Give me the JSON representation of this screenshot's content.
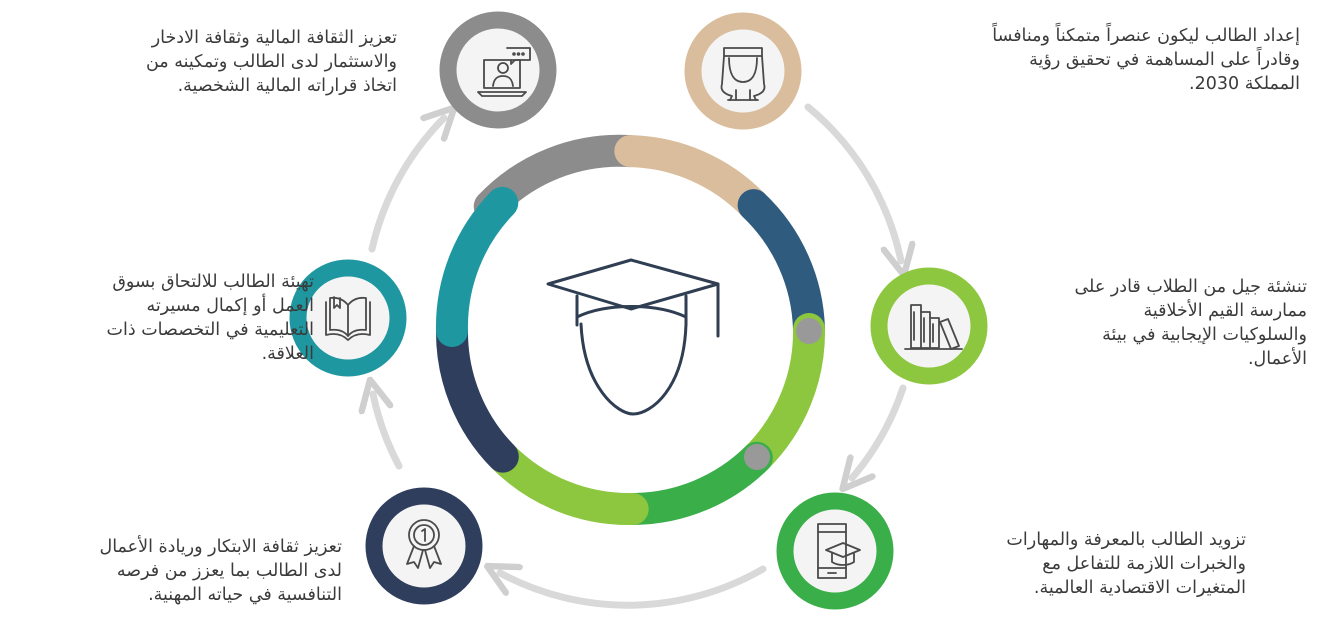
{
  "colors": {
    "sand": "#d9bd9c",
    "gray": "#8c8c8c",
    "navy": "#2f5c7e",
    "lime": "#8dc63f",
    "green": "#3aae49",
    "teal": "#1f97a0",
    "dark": "#2e3e5c",
    "connector": "#d4d4d4",
    "icon": "#4a4a4a"
  },
  "center_icon": "graduation-cap-head-icon",
  "goals": [
    {
      "key": "vision",
      "icon": "student-with-shemagh-icon",
      "ring_color": "#d9bd9c",
      "lines": [
        "إعداد الطالب ليكون عنصراً متمكناً ومنافساً",
        "وقادراً على المساهمة في تحقيق رؤية",
        "المملكة 2030."
      ]
    },
    {
      "key": "finance",
      "icon": "online-presenter-icon",
      "ring_color": "#8c8c8c",
      "lines": [
        "تعزيز الثقافة المالية وثقافة الادخار",
        "والاستثمار لدى الطالب وتمكينه من",
        "اتخاذ قراراته المالية الشخصية."
      ]
    },
    {
      "key": "values",
      "icon": "bookshelf-icon",
      "ring_color": "#8dc63f",
      "lines": [
        "تنشئة جيل من الطلاب قادر على",
        "ممارسة القيم الأخلاقية",
        "والسلوكيات الإيجابية في بيئة",
        "الأعمال."
      ]
    },
    {
      "key": "labor",
      "icon": "open-book-icon",
      "ring_color": "#1f97a0",
      "lines": [
        "تهيئة الطالب للالتحاق بسوق",
        "العمل أو إكمال مسيرته",
        "التعليمية في التخصصات ذات",
        "العلاقة."
      ]
    },
    {
      "key": "skills",
      "icon": "mobile-learning-icon",
      "ring_color": "#3aae49",
      "lines": [
        "تزويد الطالب بالمعرفة والمهارات",
        "والخبرات اللازمة للتفاعل مع",
        "المتغيرات الاقتصادية العالمية."
      ]
    },
    {
      "key": "innovation",
      "icon": "award-medal-icon",
      "ring_color": "#2e3e5c",
      "lines": [
        "تعزيز ثقافة الابتكار وريادة الأعمال",
        "لدى الطالب بما يعزز من فرصه",
        "التنافسية في حياته المهنية."
      ]
    }
  ]
}
